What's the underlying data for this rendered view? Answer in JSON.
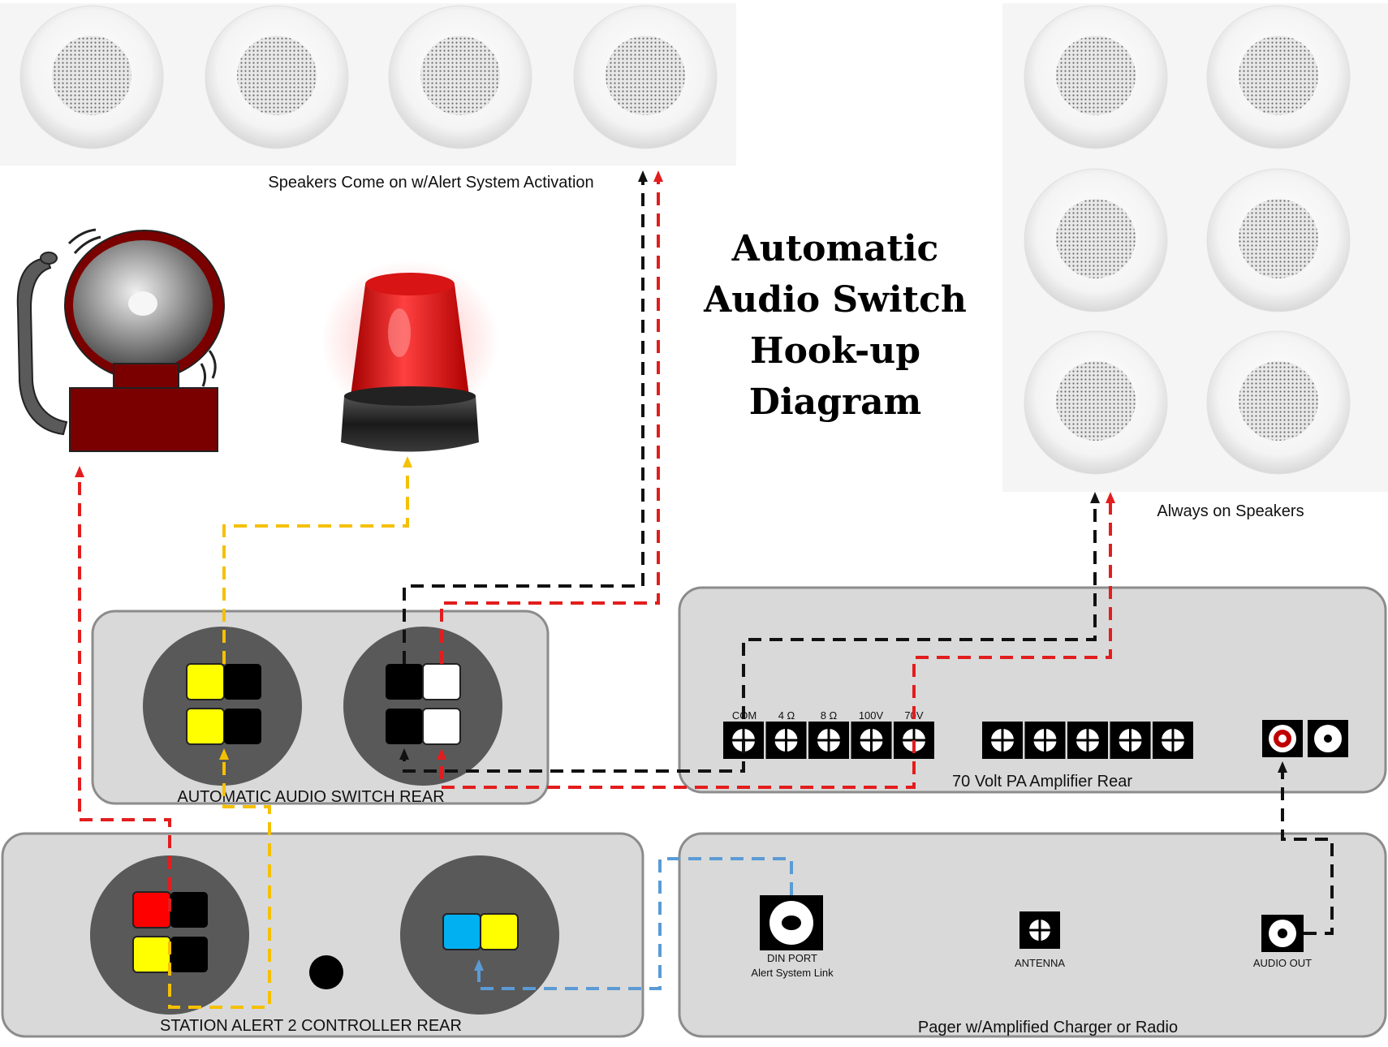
{
  "title_lines": [
    "Automatic",
    "Audio Switch",
    "Hook-up",
    "Diagram"
  ],
  "speakers_alert_caption": "Speakers Come on w/Alert System Activation",
  "speakers_always_caption": "Always on Speakers",
  "switch_rear_label": "AUTOMATIC AUDIO SWITCH REAR",
  "controller_rear_label": "STATION ALERT 2 CONTROLLER REAR",
  "amplifier": {
    "label": "70 Volt PA Amplifier Rear",
    "terminals": [
      "COM",
      "4 Ω",
      "8 Ω",
      "100V",
      "70V"
    ]
  },
  "pager": {
    "label": "Pager w/Amplified Charger or Radio",
    "din_port": "DIN PORT",
    "din_sub": "Alert System Link",
    "antenna": "ANTENNA",
    "audio_out": "AUDIO OUT"
  },
  "colors": {
    "red": "#e31d1d",
    "black": "#111111",
    "yellow": "#f5c000",
    "blue": "#5b9bd5",
    "panel": "#d9d9d9",
    "panel_border": "#8c8c8c",
    "connector_plate": "#595959"
  }
}
